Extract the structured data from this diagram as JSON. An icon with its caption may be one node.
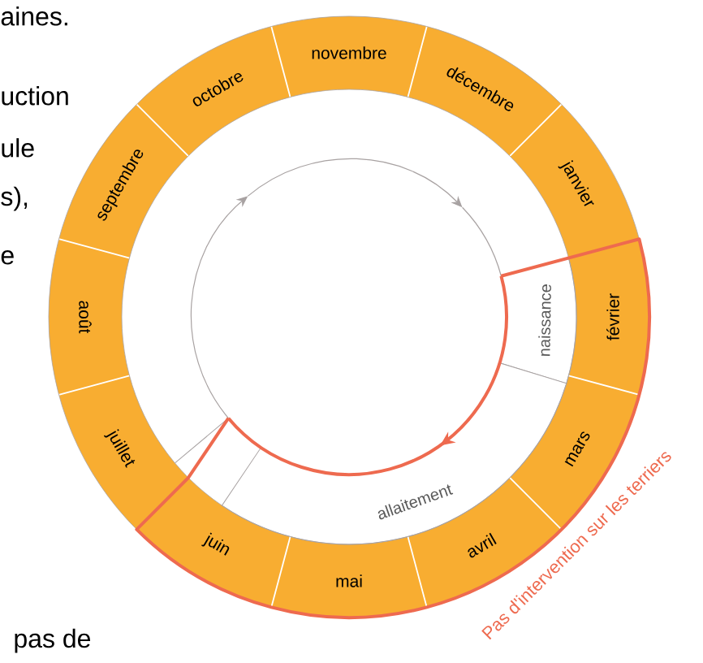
{
  "diagram": {
    "nodes": [
      {
        "text": [
          "janvier"
        ]
      },
      {
        "text": [
          "février"
        ]
      },
      {
        "text": [
          "mars"
        ]
      },
      {
        "text": [
          "avril"
        ]
      },
      {
        "text": [
          "mai"
        ]
      },
      {
        "text": [
          "juin"
        ]
      },
      {
        "text": [
          "juillet"
        ]
      },
      {
        "text": [
          "août"
        ]
      },
      {
        "text": [
          "septembre"
        ]
      },
      {
        "text": [
          "octobre"
        ]
      },
      {
        "text": [
          "novembre"
        ]
      },
      {
        "text": [
          "décembre"
        ]
      },
      {
        "text": [
          "naissance"
        ]
      },
      {
        "text": [
          "allaitement"
        ]
      }
    ],
    "edges": [
      {
        "from": 12,
        "to": 13,
        "arrow": "to",
        "color": "#ee6a4f"
      }
    ],
    "labels": [
      "aines.",
      "uction",
      "ule",
      "s),",
      "e",
      "pas de",
      "Pas d'intervention sur les terriers"
    ]
  }
}
